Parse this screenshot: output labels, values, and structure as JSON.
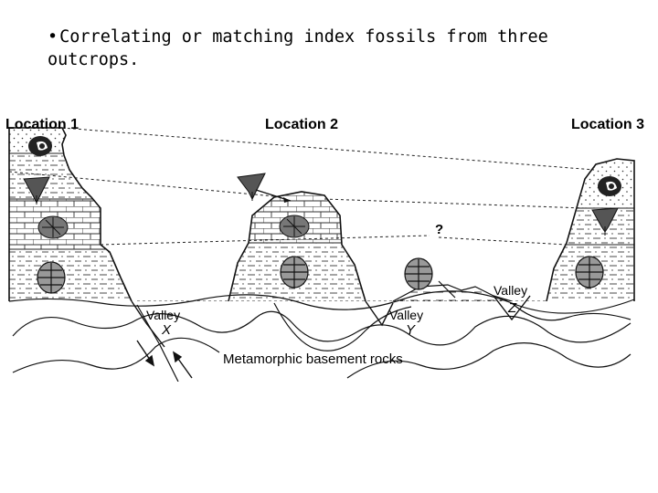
{
  "slide": {
    "bullet": "•",
    "text": "Correlating or matching index fossils from three outcrops."
  },
  "diagram": {
    "locations": [
      "Location 1",
      "Location 2",
      "Location 3"
    ],
    "valleys": [
      {
        "label": "Valley",
        "letter": "X"
      },
      {
        "label": "Valley",
        "letter": "Y"
      },
      {
        "label": "Valley",
        "letter": "Z"
      }
    ],
    "question_mark": "?",
    "basement_label": "Metamorphic basement rocks",
    "icons": [
      "snail-fossil-icon",
      "crinoid-fossil-icon",
      "brachiopod-fossil-icon",
      "trilobite-fossil-icon"
    ]
  }
}
